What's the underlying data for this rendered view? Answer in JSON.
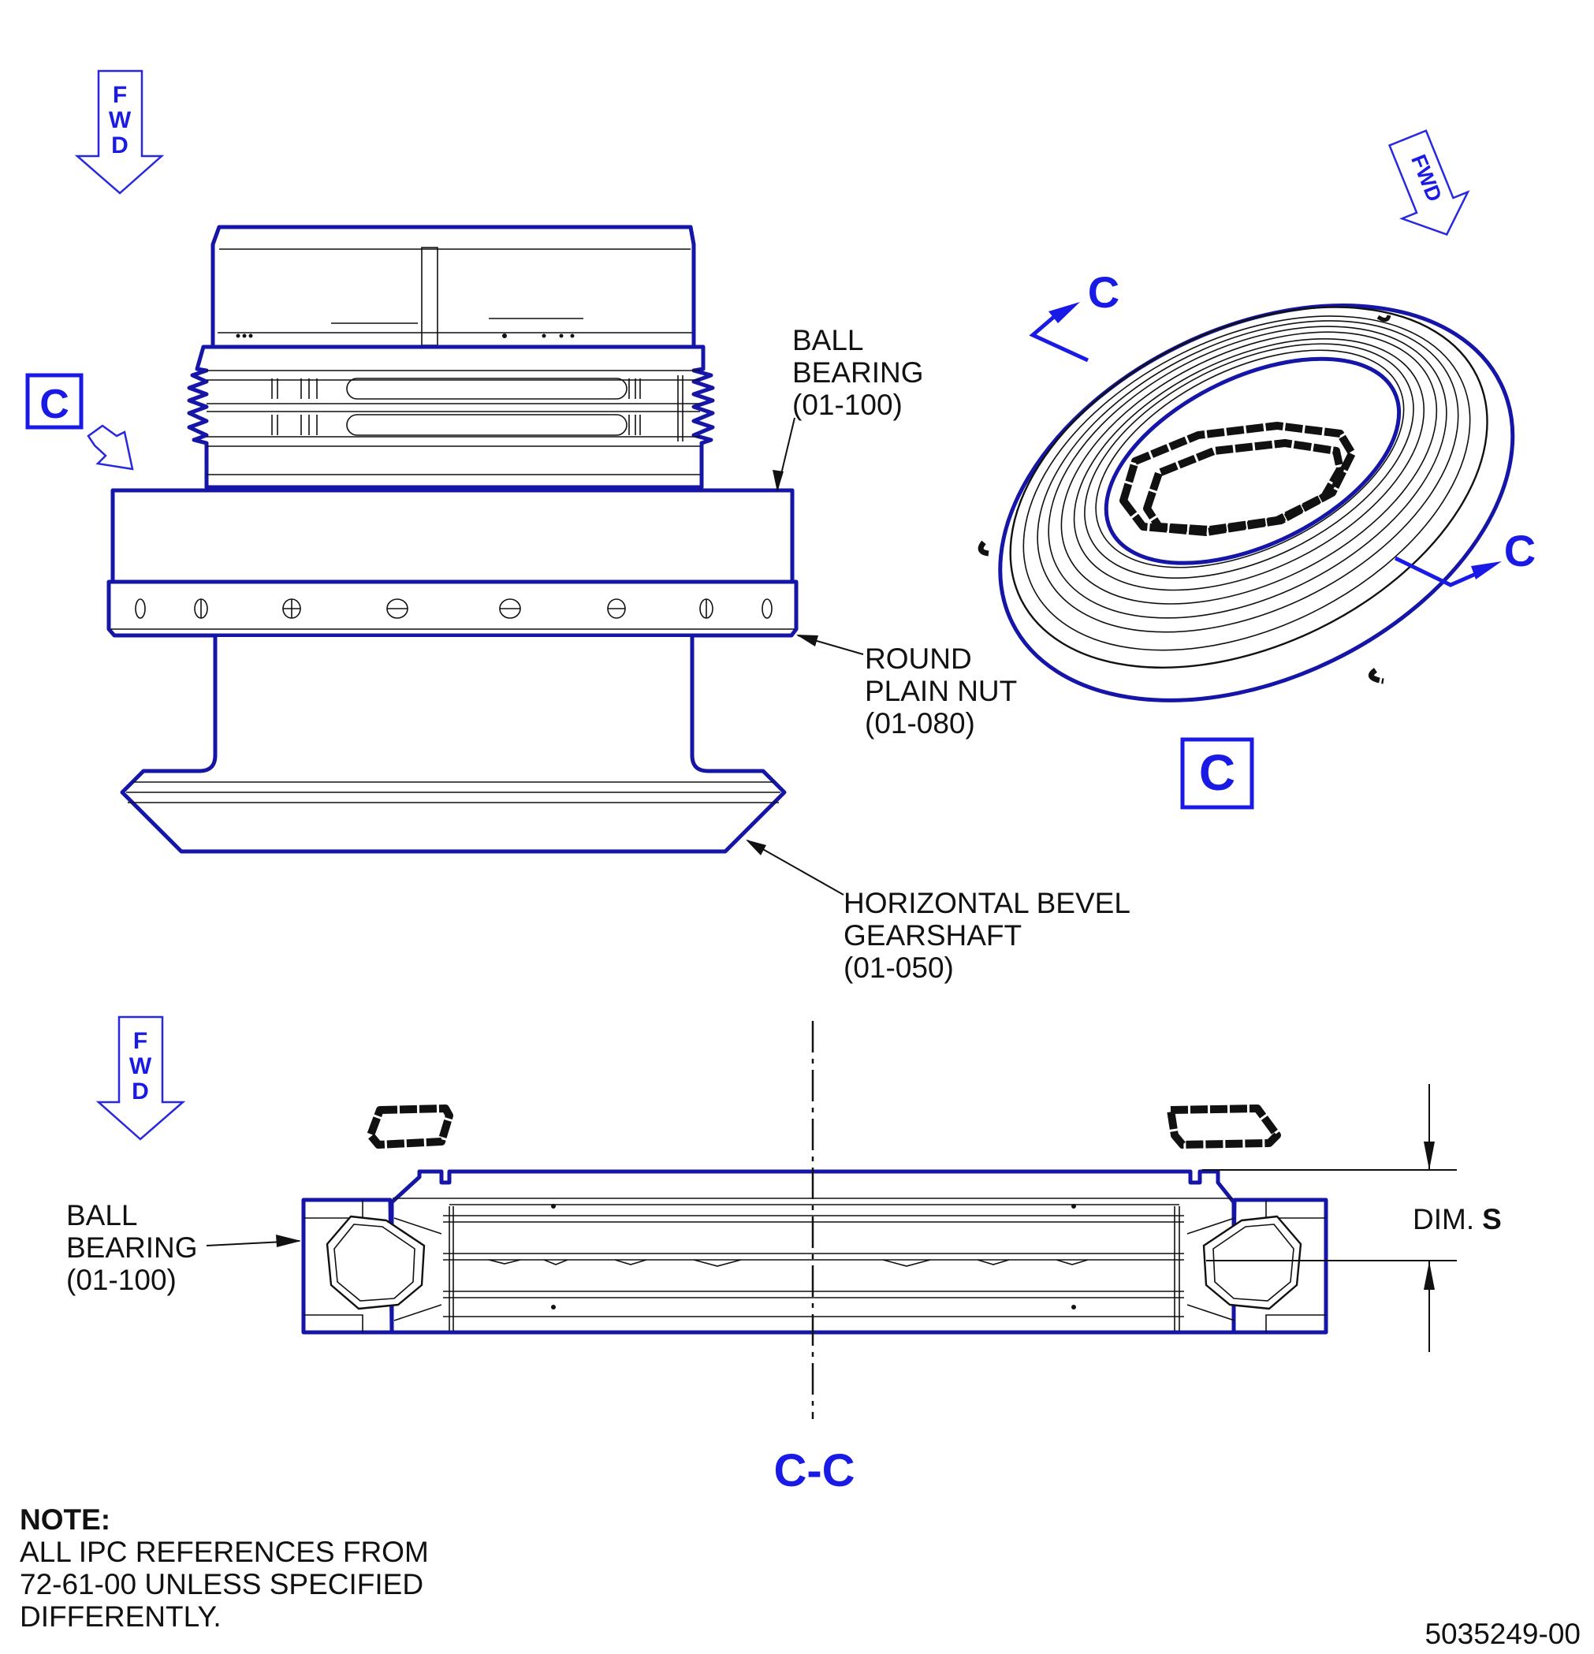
{
  "fwd_indicators": {
    "top_left": [
      "F",
      "W",
      "D"
    ],
    "iso_view": "FWD",
    "section_view": [
      "F",
      "W",
      "D"
    ]
  },
  "view_markers": {
    "section_letter": "C",
    "view_arrow_box": "C",
    "iso_view_box": "C",
    "section_title": "C-C"
  },
  "callouts": {
    "ball_bearing_top": [
      "BALL",
      "BEARING",
      "(01-100)"
    ],
    "round_plain_nut": [
      "ROUND",
      "PLAIN NUT",
      "(01-080)"
    ],
    "horizontal_bevel_gearshaft": [
      "HORIZONTAL BEVEL",
      "GEARSHAFT",
      "(01-050)"
    ],
    "ball_bearing_section": [
      "BALL",
      "BEARING",
      "(01-100)"
    ]
  },
  "dimension": {
    "prefix": "DIM.",
    "letter": "S"
  },
  "note": {
    "heading": "NOTE:",
    "lines": [
      "ALL IPC REFERENCES FROM",
      "72-61-00 UNLESS SPECIFIED",
      "DIFFERENTLY."
    ]
  },
  "figure_number": "5035249-00",
  "colors": {
    "outline": "#1515a8",
    "marker": "#1a1ae6",
    "line": "#111111"
  }
}
